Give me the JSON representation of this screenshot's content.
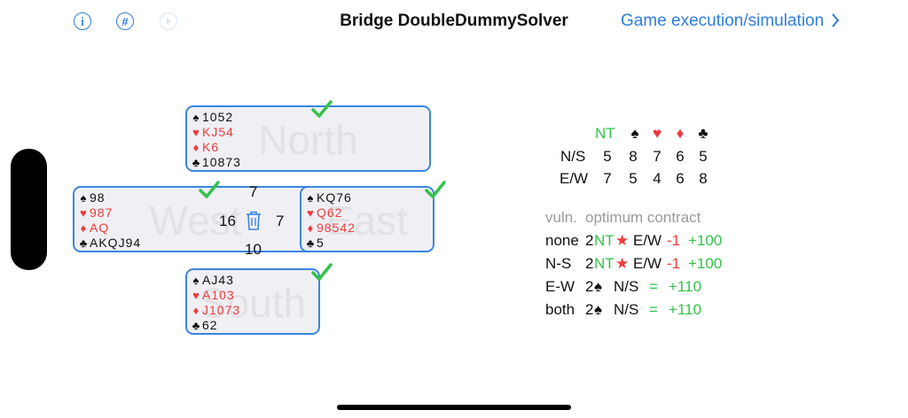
{
  "header": {
    "info_icon_glyph": "i",
    "hash_icon_glyph": "#",
    "title": "Bridge DoubleDummySolver",
    "nav_link": "Game execution/simulation"
  },
  "colors": {
    "accent": "#2f7de1",
    "red_suit": "#ee3a3a",
    "green": "#33c24a"
  },
  "hands": {
    "north": {
      "watermark": "North",
      "spades": "1052",
      "hearts": "KJ54",
      "diamonds": "K6",
      "clubs": "10873"
    },
    "west": {
      "watermark": "West",
      "spades": "98",
      "hearts": "987",
      "diamonds": "AQ",
      "clubs": "AKQJ94"
    },
    "east": {
      "watermark": "East",
      "spades": "KQ76",
      "hearts": "Q62",
      "diamonds": "98542",
      "clubs": "5"
    },
    "south": {
      "watermark": "South",
      "spades": "AJ43",
      "hearts": "A103",
      "diamonds": "J1073",
      "clubs": "62"
    }
  },
  "tricks": {
    "north": "7",
    "west": "16",
    "east": "7",
    "south": "10"
  },
  "dd_table": {
    "header": {
      "nt": "NT",
      "spades": "♠",
      "hearts": "♥",
      "diamonds": "♦",
      "clubs": "♣"
    },
    "rows": [
      {
        "label": "N/S",
        "values": [
          "5",
          "8",
          "7",
          "6",
          "5"
        ]
      },
      {
        "label": "E/W",
        "values": [
          "7",
          "5",
          "4",
          "6",
          "8"
        ]
      }
    ]
  },
  "optimum": {
    "header_vuln": "vuln.",
    "header_contract": "optimum contract",
    "rows": [
      {
        "vuln": "none",
        "level": "2",
        "strain": "NT",
        "star": "★",
        "side": "E/W",
        "result": "-1",
        "score": "+100"
      },
      {
        "vuln": "N-S",
        "level": "2",
        "strain": "NT",
        "star": "★",
        "side": "E/W",
        "result": "-1",
        "score": "+100"
      },
      {
        "vuln": "E-W",
        "level": "2",
        "strain": "♠",
        "star": "",
        "side": "N/S",
        "result": "=",
        "score": "+110"
      },
      {
        "vuln": "both",
        "level": "2",
        "strain": "♠",
        "star": "",
        "side": "N/S",
        "result": "=",
        "score": "+110"
      }
    ]
  }
}
